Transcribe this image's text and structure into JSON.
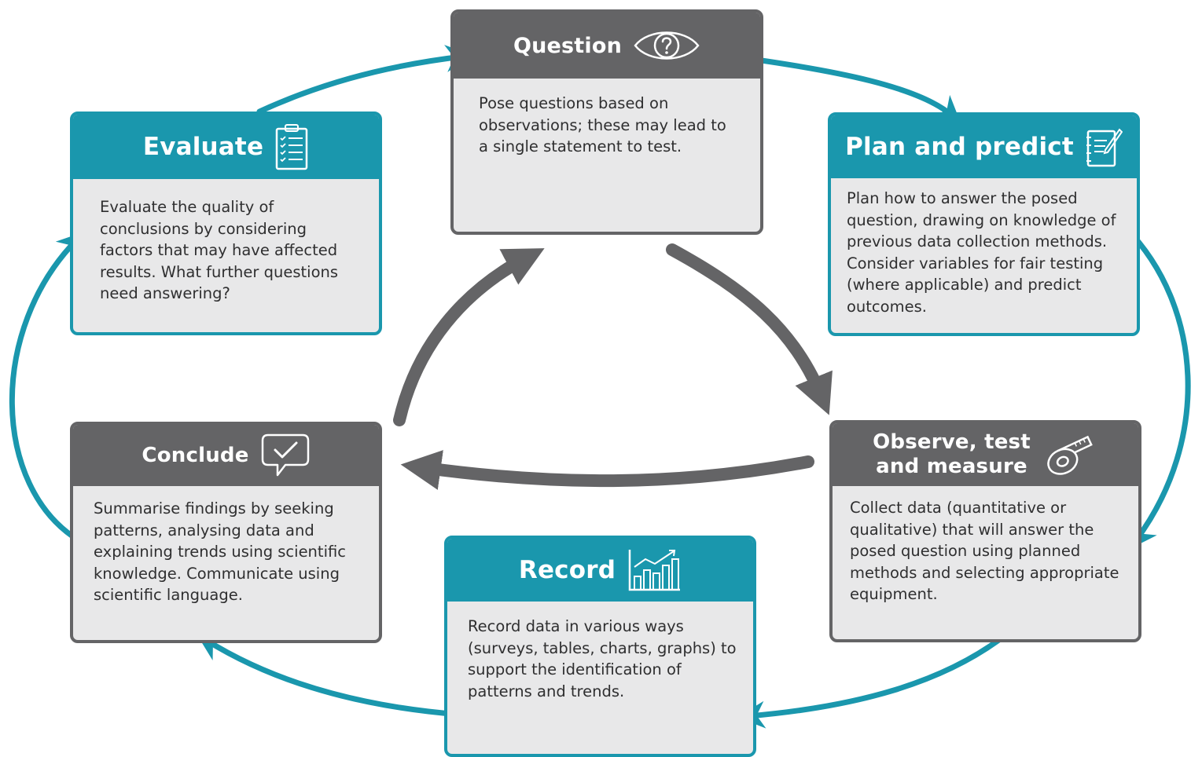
{
  "colors": {
    "teal": "#1a97ad",
    "gray": "#646466",
    "card_bg": "#e8e8e9",
    "text": "#2f2f30"
  },
  "cards": {
    "question": {
      "title": "Question",
      "icon": "eye-question-icon",
      "text": "Pose questions based on observations; these may lead to a single statement to test."
    },
    "plan": {
      "title": "Plan and predict",
      "icon": "notepad-pencil-icon",
      "text": "Plan how to answer the posed question, drawing on knowledge of previous data collection methods. Consider variables for fair testing (where applicable) and predict outcomes."
    },
    "observe": {
      "title_line1": "Observe, test",
      "title_line2": "and measure",
      "icon": "tape-measure-icon",
      "text": "Collect data (quantitative or qualitative) that will answer the posed question using planned methods and selecting appropriate equipment."
    },
    "record": {
      "title": "Record",
      "icon": "bar-chart-icon",
      "text": "Record data in various ways (surveys, tables, charts, graphs) to support the identification of patterns and trends."
    },
    "conclude": {
      "title": "Conclude",
      "icon": "speech-check-icon",
      "text": "Summarise findings by seeking patterns, analysing data and explaining trends using scientific knowledge. Communicate using scientific language."
    },
    "evaluate": {
      "title": "Evaluate",
      "icon": "checklist-clipboard-icon",
      "text": "Evaluate the quality of conclusions by considering factors that may have affected results. What further questions need answering?"
    }
  }
}
